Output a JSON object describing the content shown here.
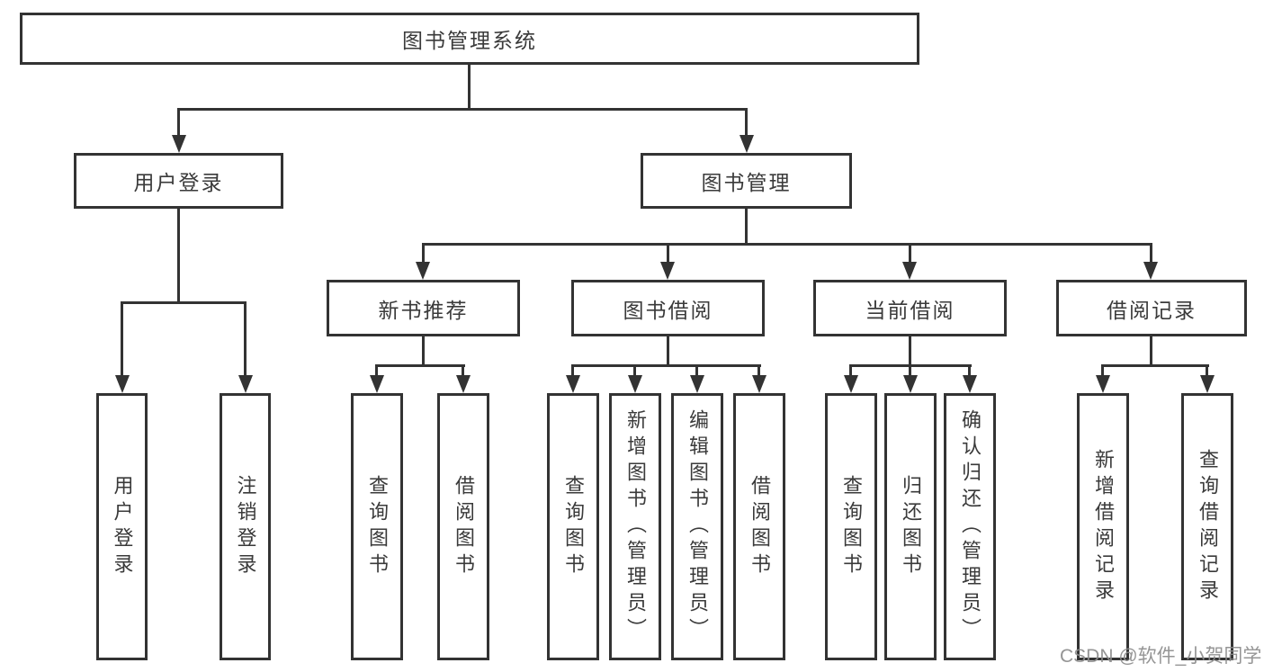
{
  "tree": {
    "root": {
      "label": "图书管理系统"
    },
    "branches": [
      {
        "label": "用户登录",
        "children": [
          {
            "label": "用户登录"
          },
          {
            "label": "注销登录"
          }
        ]
      },
      {
        "label": "图书管理",
        "children": [
          {
            "label": "新书推荐",
            "children": [
              {
                "label": "查询图书"
              },
              {
                "label": "借阅图书"
              }
            ]
          },
          {
            "label": "图书借阅",
            "children": [
              {
                "label": "查询图书"
              },
              {
                "label": "新增图书（管理员）"
              },
              {
                "label": "编辑图书（管理员）"
              },
              {
                "label": "借阅图书"
              }
            ]
          },
          {
            "label": "当前借阅",
            "children": [
              {
                "label": "查询图书"
              },
              {
                "label": "归还图书"
              },
              {
                "label": "确认归还（管理员）"
              }
            ]
          },
          {
            "label": "借阅记录",
            "children": [
              {
                "label": "新增借阅记录"
              },
              {
                "label": "查询借阅记录"
              }
            ]
          }
        ]
      }
    ]
  },
  "watermark": {
    "text": "CSDN @软件_小贺同学"
  },
  "colors": {
    "line": "#333333",
    "box_border": "#333333",
    "text": "#3a3a3a",
    "watermark": "#8c8c8c",
    "background": "#ffffff"
  }
}
